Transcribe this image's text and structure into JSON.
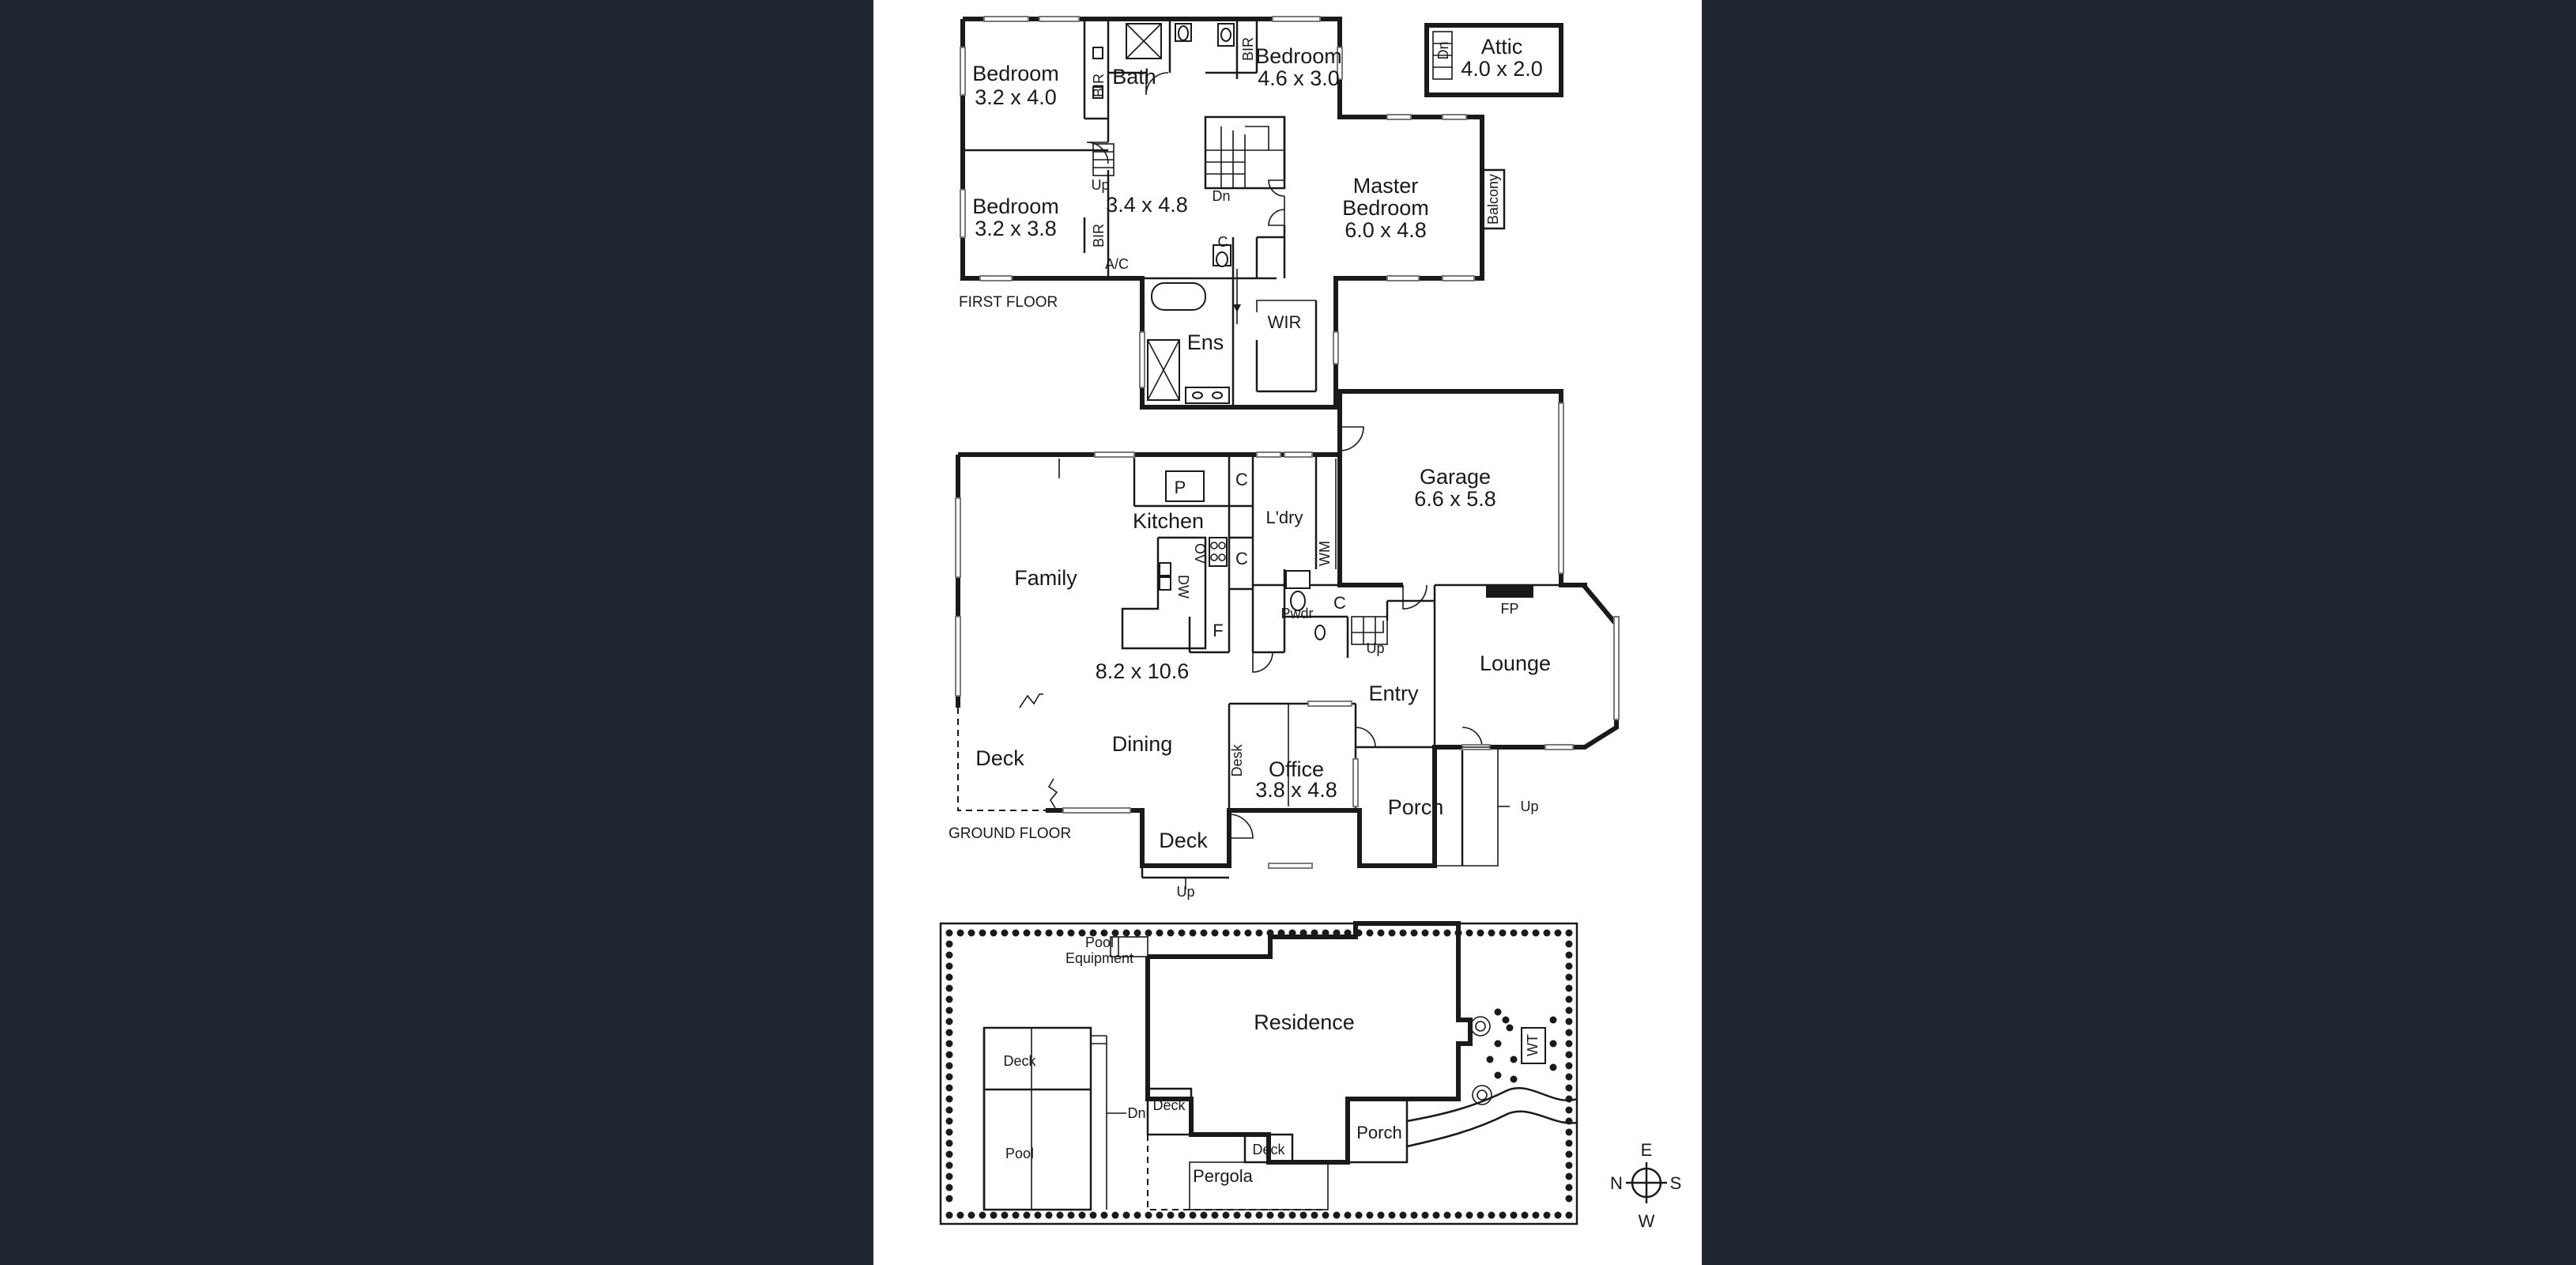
{
  "first_floor": {
    "label": "FIRST FLOOR",
    "bedroom_nw": {
      "name": "Bedroom",
      "size": "3.2 x 4.0"
    },
    "bedroom_sw": {
      "name": "Bedroom",
      "size": "3.2 x 3.8"
    },
    "bedroom_ne": {
      "name": "Bedroom",
      "size": "4.6 x 3.0"
    },
    "bath": "Bath",
    "bir": "BIR",
    "ac": "A/C",
    "hall": {
      "size": "3.4 x 4.8",
      "up": "Up",
      "dn": "Dn"
    },
    "master": {
      "line1": "Master",
      "line2": "Bedroom",
      "size": "6.0 x 4.8"
    },
    "balcony": "Balcony",
    "ens": "Ens",
    "wir": "WIR",
    "c": "C",
    "attic": {
      "name": "Attic",
      "size": "4.0 x 2.0",
      "dn": "Dn"
    }
  },
  "ground_floor": {
    "label": "GROUND FLOOR",
    "family": "Family",
    "family_size": "8.2 x 10.6",
    "kitchen": "Kitchen",
    "pantry": "P",
    "dw": "DW",
    "ov": "OV",
    "fridge": "F",
    "laundry": "L'dry",
    "wm": "WM",
    "c": "C",
    "garage": {
      "name": "Garage",
      "size": "6.6 x 5.8"
    },
    "pwdr": "Pwdr",
    "up": "Up",
    "fp": "FP",
    "lounge": "Lounge",
    "entry": "Entry",
    "dining": "Dining",
    "deck": "Deck",
    "office": {
      "name": "Office",
      "size": "3.8 x 4.8",
      "desk": "Desk"
    },
    "porch": "Porch",
    "deck_small": "Deck"
  },
  "site_plan": {
    "pool_equipment_line1": "Pool",
    "pool_equipment_line2": "Equipment",
    "residence": "Residence",
    "deck": "Deck",
    "pool": "Pool",
    "dn": "Dn",
    "pergola": "Pergola",
    "porch": "Porch",
    "wt": "WT"
  },
  "compass": {
    "n": "N",
    "e": "E",
    "s": "S",
    "w": "W"
  },
  "colors": {
    "background": "#1f2630",
    "sheet": "#ffffff",
    "ink": "#1a1a1a"
  }
}
